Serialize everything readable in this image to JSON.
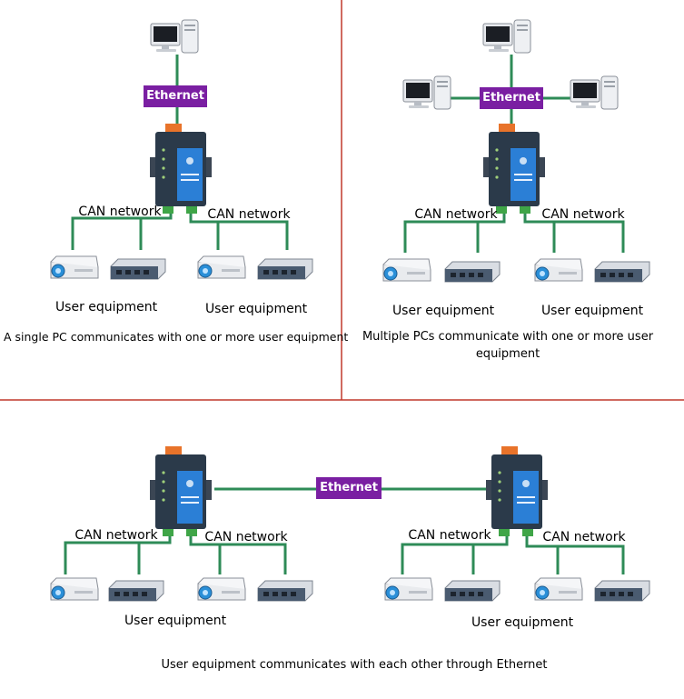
{
  "labels": {
    "ethernet": "Ethernet",
    "can_network": "CAN network",
    "user_equipment": "User equipment"
  },
  "captions": {
    "single_pc": "A single PC communicates with one or more user equipment",
    "multiple_pcs": "Multiple PCs communicate with one or more user equipment",
    "through_ethernet": "User equipment communicates with each other through Ethernet"
  },
  "colors": {
    "divider": "#c0392b",
    "wire": "#2e8b57",
    "ethernet_badge": "#7a1fa2",
    "device_body": "#2b3a4a",
    "device_panel": "#2b7fd6"
  },
  "icons": [
    "desktop-pc-icon",
    "can-gateway-device-icon",
    "projector-icon",
    "switch-icon"
  ]
}
